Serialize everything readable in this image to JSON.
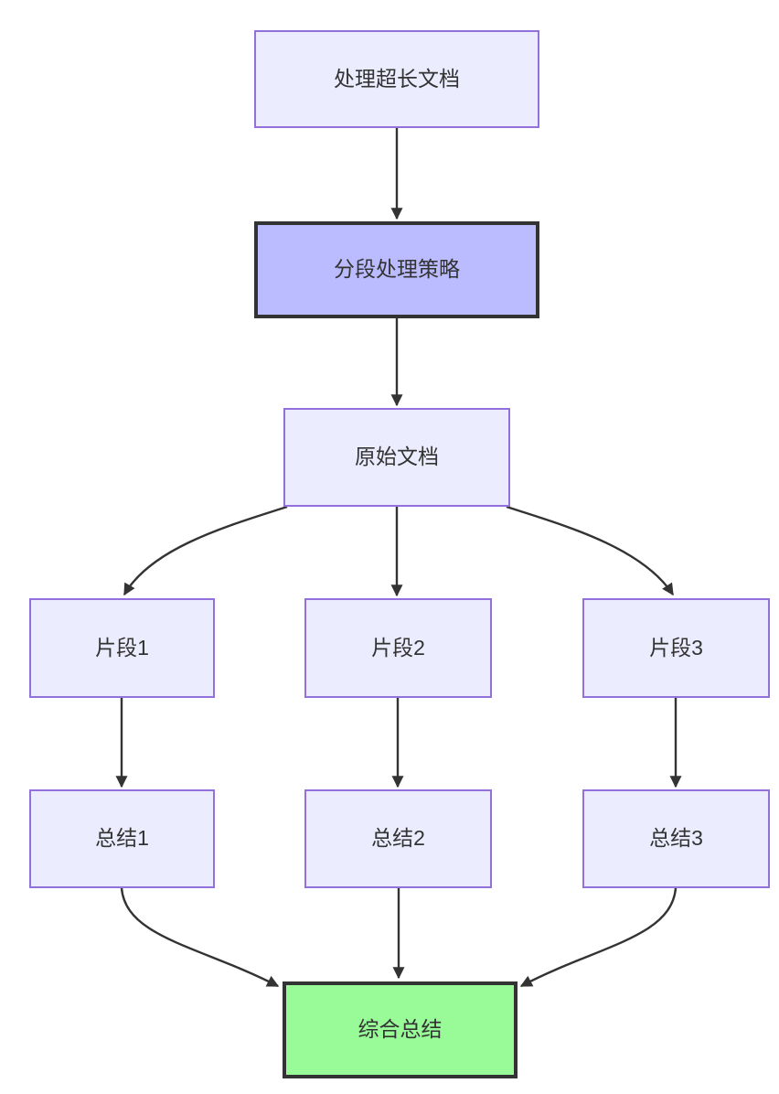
{
  "diagram": {
    "type": "flowchart-top-down",
    "nodes": {
      "process_doc": {
        "label": "处理超长文档"
      },
      "strategy": {
        "label": "分段处理策略"
      },
      "original_doc": {
        "label": "原始文档"
      },
      "fragment1": {
        "label": "片段1"
      },
      "fragment2": {
        "label": "片段2"
      },
      "fragment3": {
        "label": "片段3"
      },
      "summary1": {
        "label": "总结1"
      },
      "summary2": {
        "label": "总结2"
      },
      "summary3": {
        "label": "总结3"
      },
      "final_summary": {
        "label": "综合总结"
      }
    },
    "edges": [
      {
        "from": "处理超长文档",
        "to": "分段处理策略"
      },
      {
        "from": "分段处理策略",
        "to": "原始文档"
      },
      {
        "from": "原始文档",
        "to": "片段1"
      },
      {
        "from": "原始文档",
        "to": "片段2"
      },
      {
        "from": "原始文档",
        "to": "片段3"
      },
      {
        "from": "片段1",
        "to": "总结1"
      },
      {
        "from": "片段2",
        "to": "总结2"
      },
      {
        "from": "片段3",
        "to": "总结3"
      },
      {
        "from": "总结1",
        "to": "综合总结"
      },
      {
        "from": "总结2",
        "to": "综合总结"
      },
      {
        "from": "总结3",
        "to": "综合总结"
      }
    ],
    "colors": {
      "node_fill": "#ECECFF",
      "node_border": "#9370DB",
      "strategy_fill": "#BBBBFF",
      "strategy_border": "#333333",
      "final_fill": "#98FB98",
      "final_border": "#333333",
      "edge_stroke": "#333333",
      "text": "#333333",
      "background": "#FFFFFF"
    }
  }
}
